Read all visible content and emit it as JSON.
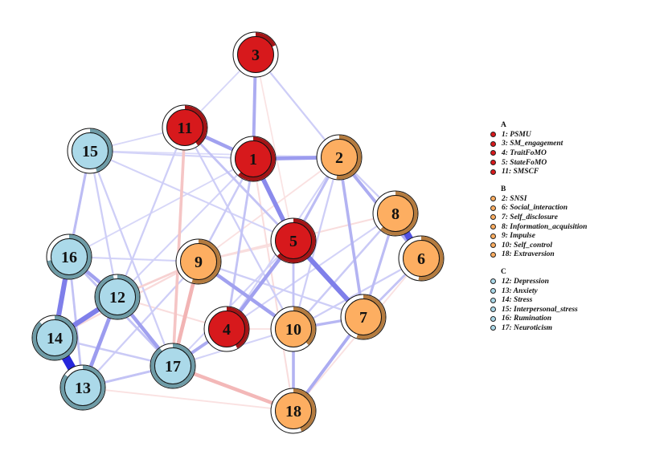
{
  "colors": {
    "A": "#D7191C",
    "A_ring": "#A31416",
    "B": "#FDAE61",
    "B_ring": "#B47B3F",
    "C": "#ABD9E9",
    "C_ring": "#6E9BA6",
    "positive_edge": "#0000D5",
    "negative_edge": "#D92424"
  },
  "nodes": [
    {
      "id": "1",
      "group": "A",
      "predictability": 0.62
    },
    {
      "id": "2",
      "group": "B",
      "predictability": 0.52
    },
    {
      "id": "3",
      "group": "A",
      "predictability": 0.18
    },
    {
      "id": "4",
      "group": "A",
      "predictability": 0.42
    },
    {
      "id": "5",
      "group": "A",
      "predictability": 0.63
    },
    {
      "id": "6",
      "group": "B",
      "predictability": 0.52
    },
    {
      "id": "7",
      "group": "B",
      "predictability": 0.55
    },
    {
      "id": "8",
      "group": "B",
      "predictability": 0.62
    },
    {
      "id": "9",
      "group": "B",
      "predictability": 0.55
    },
    {
      "id": "10",
      "group": "B",
      "predictability": 0.38
    },
    {
      "id": "11",
      "group": "A",
      "predictability": 0.4
    },
    {
      "id": "12",
      "group": "C",
      "predictability": 0.97
    },
    {
      "id": "13",
      "group": "C",
      "predictability": 0.85
    },
    {
      "id": "14",
      "group": "C",
      "predictability": 0.88
    },
    {
      "id": "15",
      "group": "C",
      "predictability": 0.45
    },
    {
      "id": "16",
      "group": "C",
      "predictability": 0.72
    },
    {
      "id": "17",
      "group": "C",
      "predictability": 0.9
    },
    {
      "id": "18",
      "group": "B",
      "predictability": 0.44
    }
  ],
  "edges": [
    {
      "from": "3",
      "to": "1",
      "weight": 0.25
    },
    {
      "from": "3",
      "to": "11",
      "weight": 0.06
    },
    {
      "from": "3",
      "to": "2",
      "weight": 0.1
    },
    {
      "from": "3",
      "to": "5",
      "weight": -0.05
    },
    {
      "from": "11",
      "to": "1",
      "weight": 0.3
    },
    {
      "from": "11",
      "to": "17",
      "weight": -0.22
    },
    {
      "from": "11",
      "to": "5",
      "weight": 0.15
    },
    {
      "from": "11",
      "to": "12",
      "weight": 0.1
    },
    {
      "from": "11",
      "to": "15",
      "weight": 0.06
    },
    {
      "from": "11",
      "to": "10",
      "weight": 0.1
    },
    {
      "from": "1",
      "to": "2",
      "weight": 0.32
    },
    {
      "from": "1",
      "to": "5",
      "weight": 0.4
    },
    {
      "from": "1",
      "to": "4",
      "weight": 0.15
    },
    {
      "from": "1",
      "to": "9",
      "weight": 0.12
    },
    {
      "from": "1",
      "to": "15",
      "weight": 0.08
    },
    {
      "from": "1",
      "to": "18",
      "weight": -0.08
    },
    {
      "from": "1",
      "to": "12",
      "weight": 0.08
    },
    {
      "from": "1",
      "to": "16",
      "weight": 0.06
    },
    {
      "from": "2",
      "to": "5",
      "weight": 0.18
    },
    {
      "from": "2",
      "to": "7",
      "weight": 0.22
    },
    {
      "from": "2",
      "to": "6",
      "weight": 0.25
    },
    {
      "from": "2",
      "to": "8",
      "weight": 0.1
    },
    {
      "from": "2",
      "to": "10",
      "weight": 0.1
    },
    {
      "from": "2",
      "to": "4",
      "weight": 0.08
    },
    {
      "from": "2",
      "to": "9",
      "weight": -0.06
    },
    {
      "from": "8",
      "to": "6",
      "weight": 0.65
    },
    {
      "from": "8",
      "to": "7",
      "weight": 0.18
    },
    {
      "from": "8",
      "to": "10",
      "weight": 0.12
    },
    {
      "from": "8",
      "to": "9",
      "weight": -0.08
    },
    {
      "from": "8",
      "to": "4",
      "weight": 0.08
    },
    {
      "from": "6",
      "to": "7",
      "weight": 0.15
    },
    {
      "from": "6",
      "to": "10",
      "weight": 0.1
    },
    {
      "from": "6",
      "to": "18",
      "weight": -0.06
    },
    {
      "from": "5",
      "to": "7",
      "weight": 0.45
    },
    {
      "from": "5",
      "to": "4",
      "weight": 0.3
    },
    {
      "from": "5",
      "to": "10",
      "weight": 0.15
    },
    {
      "from": "5",
      "to": "9",
      "weight": -0.07
    },
    {
      "from": "5",
      "to": "17",
      "weight": 0.08
    },
    {
      "from": "9",
      "to": "17",
      "weight": -0.32
    },
    {
      "from": "9",
      "to": "10",
      "weight": 0.3
    },
    {
      "from": "9",
      "to": "12",
      "weight": -0.15
    },
    {
      "from": "9",
      "to": "14",
      "weight": -0.1
    },
    {
      "from": "9",
      "to": "16",
      "weight": 0.08
    },
    {
      "from": "9",
      "to": "13",
      "weight": 0.1
    },
    {
      "from": "4",
      "to": "17",
      "weight": 0.25
    },
    {
      "from": "4",
      "to": "12",
      "weight": -0.08
    },
    {
      "from": "4",
      "to": "10",
      "weight": -0.06
    },
    {
      "from": "10",
      "to": "7",
      "weight": 0.2
    },
    {
      "from": "10",
      "to": "18",
      "weight": 0.22
    },
    {
      "from": "10",
      "to": "17",
      "weight": 0.08
    },
    {
      "from": "7",
      "to": "18",
      "weight": 0.25
    },
    {
      "from": "7",
      "to": "9",
      "weight": 0.1
    },
    {
      "from": "17",
      "to": "18",
      "weight": -0.3
    },
    {
      "from": "17",
      "to": "12",
      "weight": 0.3
    },
    {
      "from": "17",
      "to": "13",
      "weight": 0.15
    },
    {
      "from": "17",
      "to": "16",
      "weight": 0.15
    },
    {
      "from": "17",
      "to": "15",
      "weight": 0.1
    },
    {
      "from": "17",
      "to": "14",
      "weight": 0.08
    },
    {
      "from": "16",
      "to": "14",
      "weight": 0.45
    },
    {
      "from": "16",
      "to": "12",
      "weight": 0.3
    },
    {
      "from": "16",
      "to": "13",
      "weight": 0.15
    },
    {
      "from": "16",
      "to": "15",
      "weight": 0.18
    },
    {
      "from": "14",
      "to": "13",
      "weight": 0.85
    },
    {
      "from": "14",
      "to": "12",
      "weight": 0.45
    },
    {
      "from": "14",
      "to": "17",
      "weight": 0.12
    },
    {
      "from": "12",
      "to": "13",
      "weight": 0.32
    },
    {
      "from": "12",
      "to": "15",
      "weight": 0.1
    },
    {
      "from": "13",
      "to": "17",
      "weight": 0.15
    },
    {
      "from": "13",
      "to": "18",
      "weight": -0.06
    },
    {
      "from": "15",
      "to": "5",
      "weight": 0.08
    },
    {
      "from": "15",
      "to": "2",
      "weight": 0.05
    }
  ],
  "legend": {
    "groups": [
      {
        "title": "A",
        "group": "A",
        "items": [
          "1: PSMU",
          "3: SM_engagement",
          "4: TraitFoMO",
          "5: StateFoMO",
          "11: SMSCF"
        ]
      },
      {
        "title": "B",
        "group": "B",
        "items": [
          "2: SNSI",
          "6: Social_interaction",
          "7: Self_disclosure",
          "8: Information_acquisition",
          "9: Impulse",
          "10: Self_control",
          "18: Extraversion"
        ]
      },
      {
        "title": "C",
        "group": "C",
        "items": [
          "12: Depression",
          "13: Anxiety",
          "14: Stress",
          "15: Interpersonal_stress",
          "16: Rumination",
          "17: Neuroticism"
        ]
      }
    ]
  }
}
